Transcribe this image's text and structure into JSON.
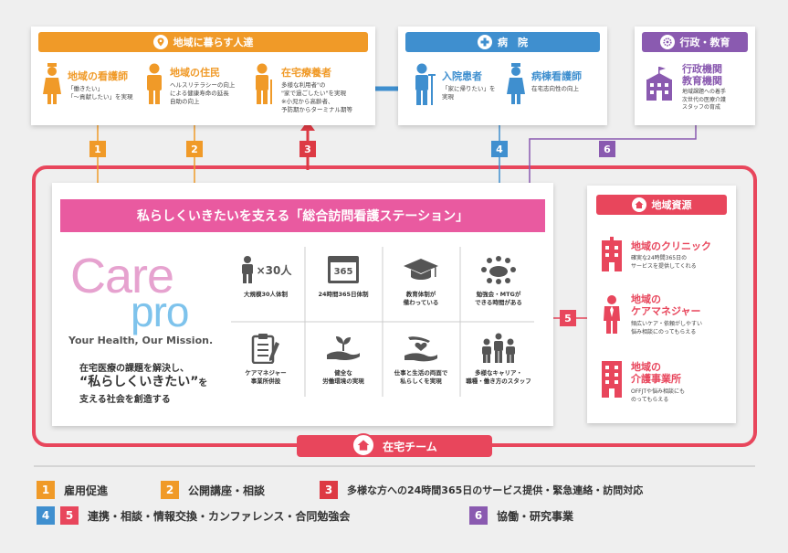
{
  "colors": {
    "orange": "#f09a28",
    "blue": "#3f8fcf",
    "purple": "#8a5ab0",
    "red": "#dd3a44",
    "pink": "#e95aa0",
    "pinkRes": "#e8465c",
    "ring": "#e8465c",
    "bg": "#efefef"
  },
  "local": {
    "header": "地域に暮らす人達",
    "p1": {
      "title": "地域の看護師",
      "desc": "「働きたい」\n「～貢献したい」を実現"
    },
    "p2": {
      "title": "地域の住民",
      "desc": "ヘルスリテラシーの向上\nによる健康寿命の延長\n自助の向上"
    },
    "p3": {
      "title": "在宅療養者",
      "desc": "多様な利用者\"の\n\"家で過ごしたい\"を実現\n※小児から高齢者、\n予防期からターミナル期等"
    }
  },
  "hospital": {
    "header": "病　院",
    "p1": {
      "title": "入院患者",
      "desc": "「家に帰りたい」を\n実現"
    },
    "p2": {
      "title": "病棟看護師",
      "desc": "在宅志向性の向上"
    }
  },
  "gov": {
    "header": "行政・教育",
    "title": "行政機関\n教育機関",
    "desc": "地域課題への着手\n次世代の医療介護\nスタッフの育成"
  },
  "station": {
    "banner": "私らしくいきたいを支える「総合訪問看護ステーション」"
  },
  "brand": {
    "logo_care": "Care",
    "logo_pro": "pro",
    "tagline": "Your Health, Our Mission.",
    "mission1": "在宅医療の課題を解決し、",
    "mission2": "“私らしくいきたい”",
    "mission2b": "を",
    "mission3": "支える社会を創造する"
  },
  "grid": [
    {
      "icon": "person-icon",
      "extra": "×30人",
      "label": "大規模30人体制"
    },
    {
      "icon": "calendar-icon",
      "extra": "365",
      "label": "24時間365日体制"
    },
    {
      "icon": "graduation-cap-icon",
      "label": "教育体制が\n備わっている"
    },
    {
      "icon": "meeting-icon",
      "label": "勉強会・MTGが\nできる時間がある"
    },
    {
      "icon": "clipboard-icon",
      "label": "ケアマネジャー\n事業所併設"
    },
    {
      "icon": "sprout-icon",
      "label": "健全な\n労働環境の実現"
    },
    {
      "icon": "heart-hands-icon",
      "label": "仕事と生活の両面で\n私らしくを実現"
    },
    {
      "icon": "staff-group-icon",
      "label": "多様なキャリア・\n職種・働き方のスタッフ"
    }
  ],
  "resources": {
    "header": "地域資源",
    "r1": {
      "title": "地域のクリニック",
      "desc": "確実な24時間365日の\nサービスを提供してくれる"
    },
    "r2": {
      "title": "地域の\nケアマネジャー",
      "desc": "頻広いケア・依頼がしやすい\n悩み相談にのってもらえる"
    },
    "r3": {
      "title": "地域の\n介護事業所",
      "desc": "OFFJTや悩み相談にも\nのってもらえる"
    }
  },
  "team": "在宅チーム",
  "numbers": {
    "n1": "1",
    "n2": "2",
    "n3": "3",
    "n4": "4",
    "n5": "5",
    "n6": "6"
  },
  "legend": {
    "l1": "雇用促進",
    "l2": "公開講座・相談",
    "l3": "多様な方への24時間365日のサービス提供・緊急連絡・訪問対応",
    "l45": "連携・相談・情報交換・カンファレンス・合同勉強会",
    "l6": "協働・研究事業"
  }
}
